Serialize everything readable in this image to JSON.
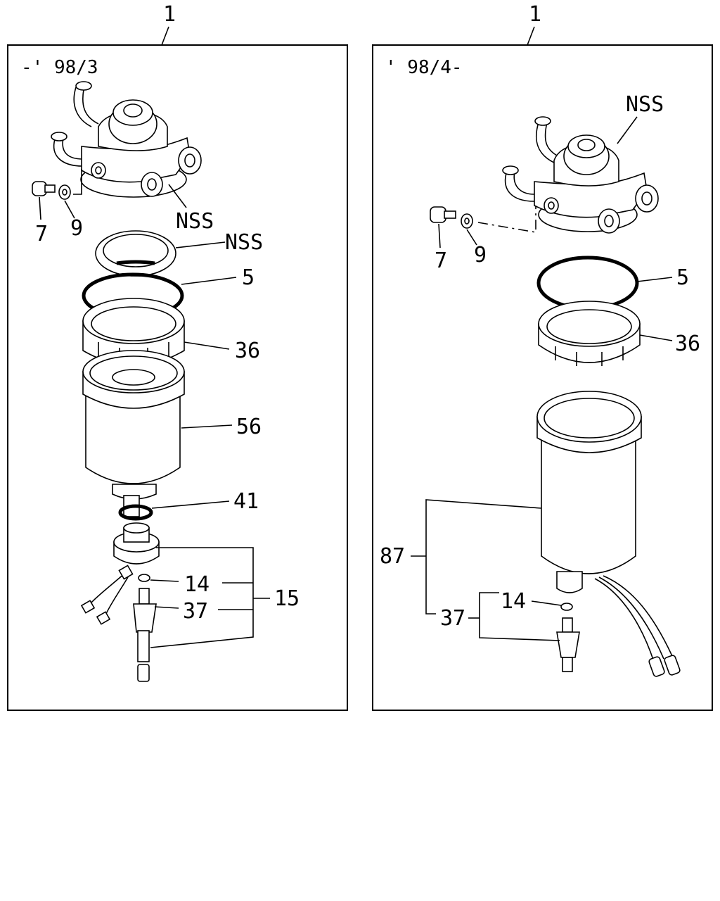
{
  "left_panel": {
    "assembly_no": "1",
    "range": "-' 98/3",
    "labels": {
      "nss_head": "NSS",
      "nss_ring": "NSS",
      "p7": "7",
      "p9": "9",
      "p5": "5",
      "p36": "36",
      "p56": "56",
      "p41": "41",
      "p14": "14",
      "p37": "37",
      "p15": "15"
    }
  },
  "right_panel": {
    "assembly_no": "1",
    "range": "' 98/4-",
    "labels": {
      "nss_head": "NSS",
      "p7": "7",
      "p9": "9",
      "p5": "5",
      "p36": "36",
      "p87": "87",
      "p14": "14",
      "p37": "37"
    }
  }
}
